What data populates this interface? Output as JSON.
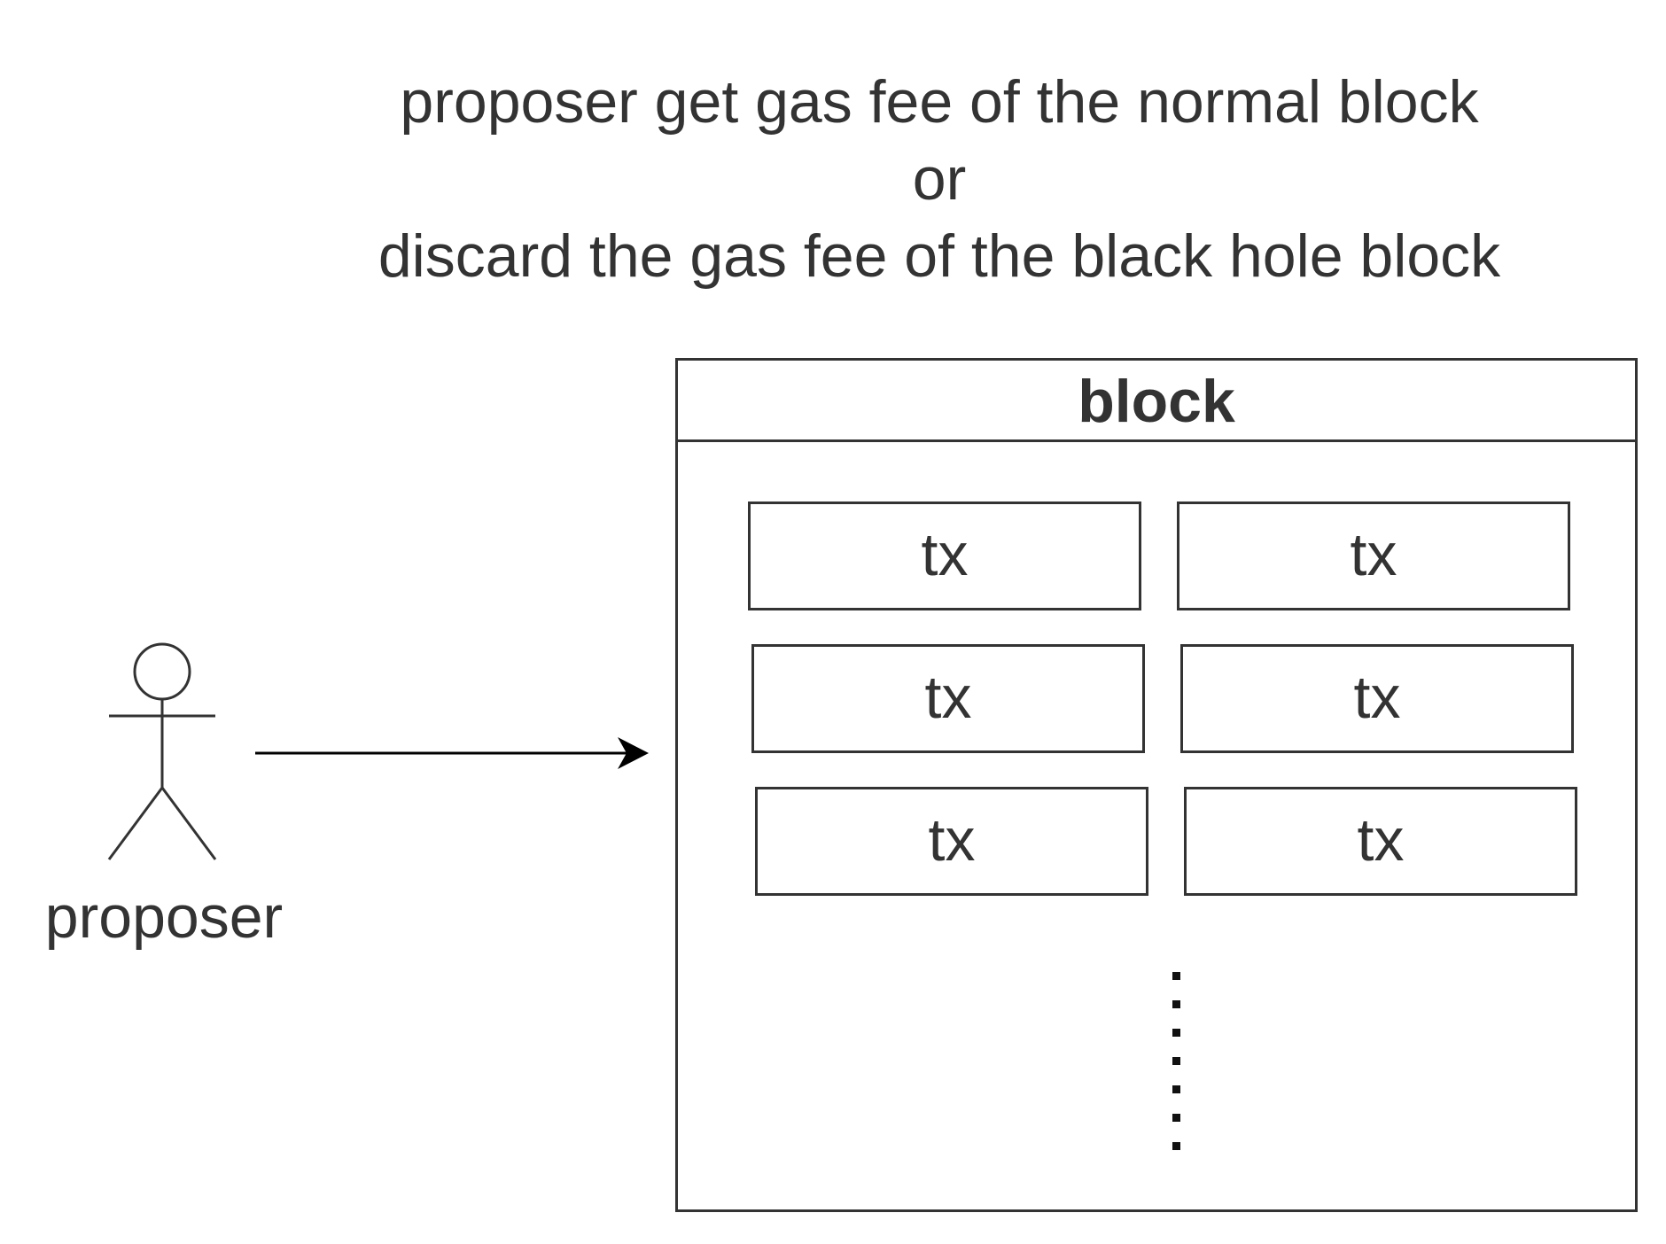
{
  "diagram": {
    "heading_lines": [
      "proposer get gas fee of the normal block",
      "or",
      "discard the gas fee of the black hole block"
    ],
    "actor": {
      "label": "proposer",
      "icon": "person-icon"
    },
    "block": {
      "title": "block",
      "transactions": [
        "tx",
        "tx",
        "tx",
        "tx",
        "tx",
        "tx"
      ],
      "continuation": "vertical-ellipsis"
    },
    "arrow": {
      "from": "proposer",
      "to": "block"
    }
  }
}
